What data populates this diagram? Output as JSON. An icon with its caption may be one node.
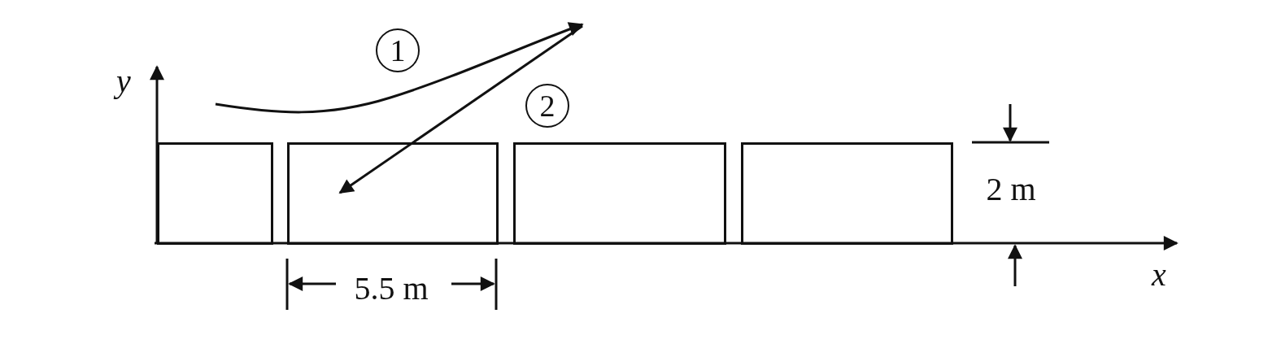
{
  "diagram": {
    "nodes": [
      {
        "text": [],
        "shape": "box"
      },
      {
        "text": [],
        "shape": "box"
      },
      {
        "text": [],
        "shape": "box"
      },
      {
        "text": [],
        "shape": "box"
      }
    ],
    "labels": [
      "y",
      "1",
      "2",
      "2 m",
      "x",
      "5.5 m"
    ]
  }
}
